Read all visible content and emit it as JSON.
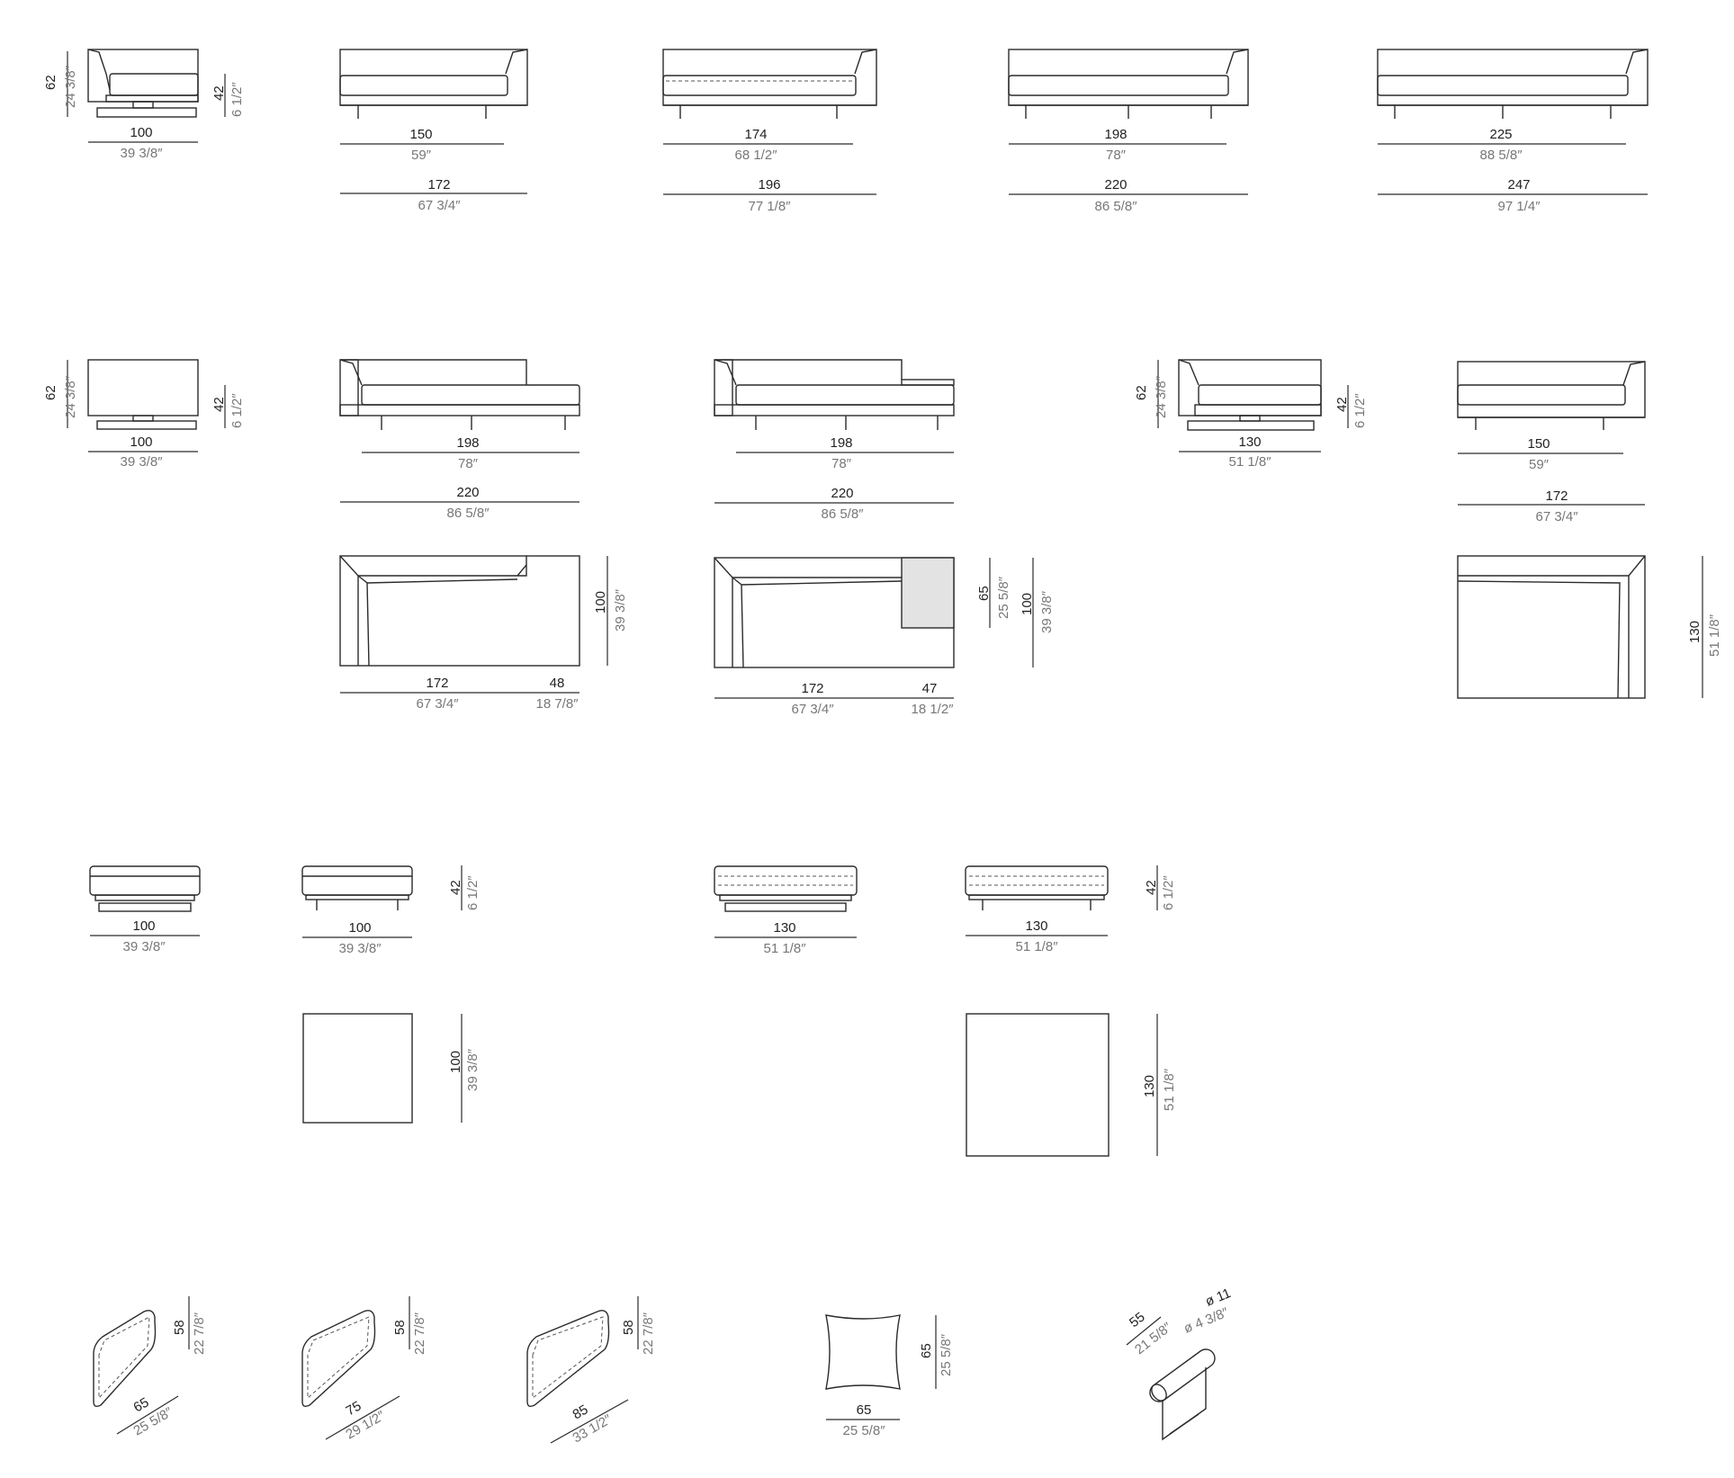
{
  "row1": {
    "armchair": {
      "width_cm": "100",
      "width_in": "39 3/8″",
      "height_cm": "62",
      "height_in": "24 3/8″",
      "seat_cm": "42",
      "seat_in": "6 1/2″"
    },
    "sofa150": {
      "seat_cm": "150",
      "seat_in": "59″",
      "total_cm": "172",
      "total_in": "67 3/4″"
    },
    "sofa174": {
      "seat_cm": "174",
      "seat_in": "68 1/2″",
      "total_cm": "196",
      "total_in": "77 1/8″"
    },
    "sofa198": {
      "seat_cm": "198",
      "seat_in": "78″",
      "total_cm": "220",
      "total_in": "86 5/8″"
    },
    "sofa225": {
      "seat_cm": "225",
      "seat_in": "88 5/8″",
      "total_cm": "247",
      "total_in": "97 1/4″"
    }
  },
  "row2": {
    "backunit": {
      "width_cm": "100",
      "width_in": "39 3/8″",
      "height_cm": "62",
      "height_in": "24 3/8″",
      "seat_cm": "42",
      "seat_in": "6 1/2″"
    },
    "chaise1": {
      "seat_cm": "198",
      "seat_in": "78″",
      "total_cm": "220",
      "total_in": "86 5/8″",
      "plan_a_cm": "172",
      "plan_a_in": "67 3/4″",
      "plan_b_cm": "48",
      "plan_b_in": "18 7/8″",
      "depth_cm": "100",
      "depth_in": "39 3/8″"
    },
    "chaise2": {
      "seat_cm": "198",
      "seat_in": "78″",
      "total_cm": "220",
      "total_in": "86 5/8″",
      "plan_a_cm": "172",
      "plan_a_in": "67 3/4″",
      "plan_b_cm": "47",
      "plan_b_in": "18 1/2″",
      "table_cm": "65",
      "table_in": "25 5/8″",
      "depth_cm": "100",
      "depth_in": "39 3/8″"
    },
    "corner": {
      "width_cm": "130",
      "width_in": "51 1/8″",
      "height_cm": "62",
      "height_in": "24 3/8″",
      "seat_cm": "42",
      "seat_in": "6 1/2″"
    },
    "end150": {
      "seat_cm": "150",
      "seat_in": "59″",
      "total_cm": "172",
      "total_in": "67 3/4″",
      "depth_cm": "130",
      "depth_in": "51 1/8″"
    }
  },
  "row3": {
    "pouf100a": {
      "width_cm": "100",
      "width_in": "39 3/8″"
    },
    "pouf100b": {
      "width_cm": "100",
      "width_in": "39 3/8″",
      "height_cm": "42",
      "height_in": "6 1/2″",
      "depth_cm": "100",
      "depth_in": "39 3/8″"
    },
    "pouf130a": {
      "width_cm": "130",
      "width_in": "51 1/8″"
    },
    "pouf130b": {
      "width_cm": "130",
      "width_in": "51 1/8″",
      "height_cm": "42",
      "height_in": "6 1/2″",
      "depth_cm": "130",
      "depth_in": "51 1/8″"
    }
  },
  "row4": {
    "cushion65": {
      "w_cm": "65",
      "w_in": "25 5/8″",
      "h_cm": "58",
      "h_in": "22 7/8″"
    },
    "cushion75": {
      "w_cm": "75",
      "w_in": "29 1/2″",
      "h_cm": "58",
      "h_in": "22 7/8″"
    },
    "cushion85": {
      "w_cm": "85",
      "w_in": "33 1/2″",
      "h_cm": "58",
      "h_in": "22 7/8″"
    },
    "pillow65": {
      "w_cm": "65",
      "w_in": "25 5/8″",
      "h_cm": "65",
      "h_in": "25 5/8″"
    },
    "bolster": {
      "len_cm": "55",
      "len_in": "21 5/8″",
      "dia_cm": "ø 11",
      "dia_in": "ø 4 3/8″"
    }
  }
}
